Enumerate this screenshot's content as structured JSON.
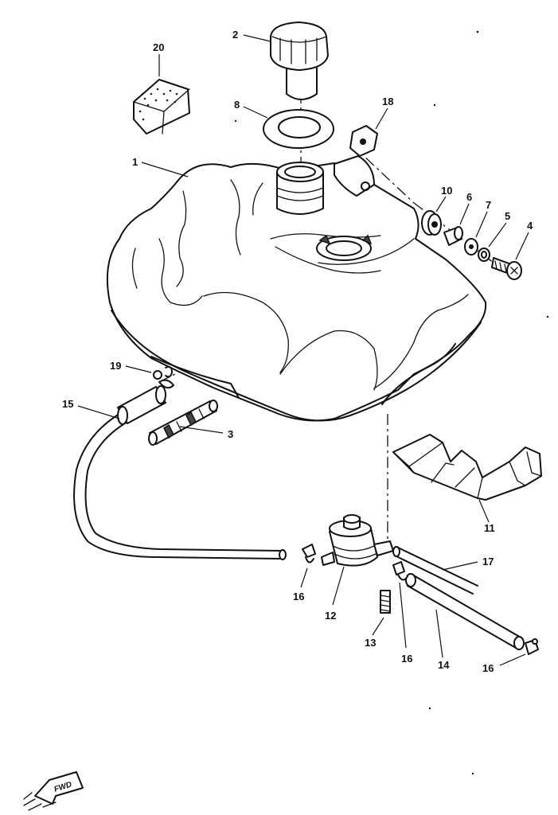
{
  "diagram": {
    "type": "exploded-parts-diagram",
    "parts": [
      {
        "number": "1"
      },
      {
        "number": "2"
      },
      {
        "number": "3"
      },
      {
        "number": "4"
      },
      {
        "number": "5"
      },
      {
        "number": "6"
      },
      {
        "number": "7"
      },
      {
        "number": "8"
      },
      {
        "number": "10"
      },
      {
        "number": "11"
      },
      {
        "number": "12"
      },
      {
        "number": "13"
      },
      {
        "number": "14"
      },
      {
        "number": "15"
      },
      {
        "number": "16"
      },
      {
        "number": "16"
      },
      {
        "number": "16"
      },
      {
        "number": "17"
      },
      {
        "number": "18"
      },
      {
        "number": "19"
      },
      {
        "number": "20"
      }
    ],
    "direction_marker": "FWD"
  }
}
